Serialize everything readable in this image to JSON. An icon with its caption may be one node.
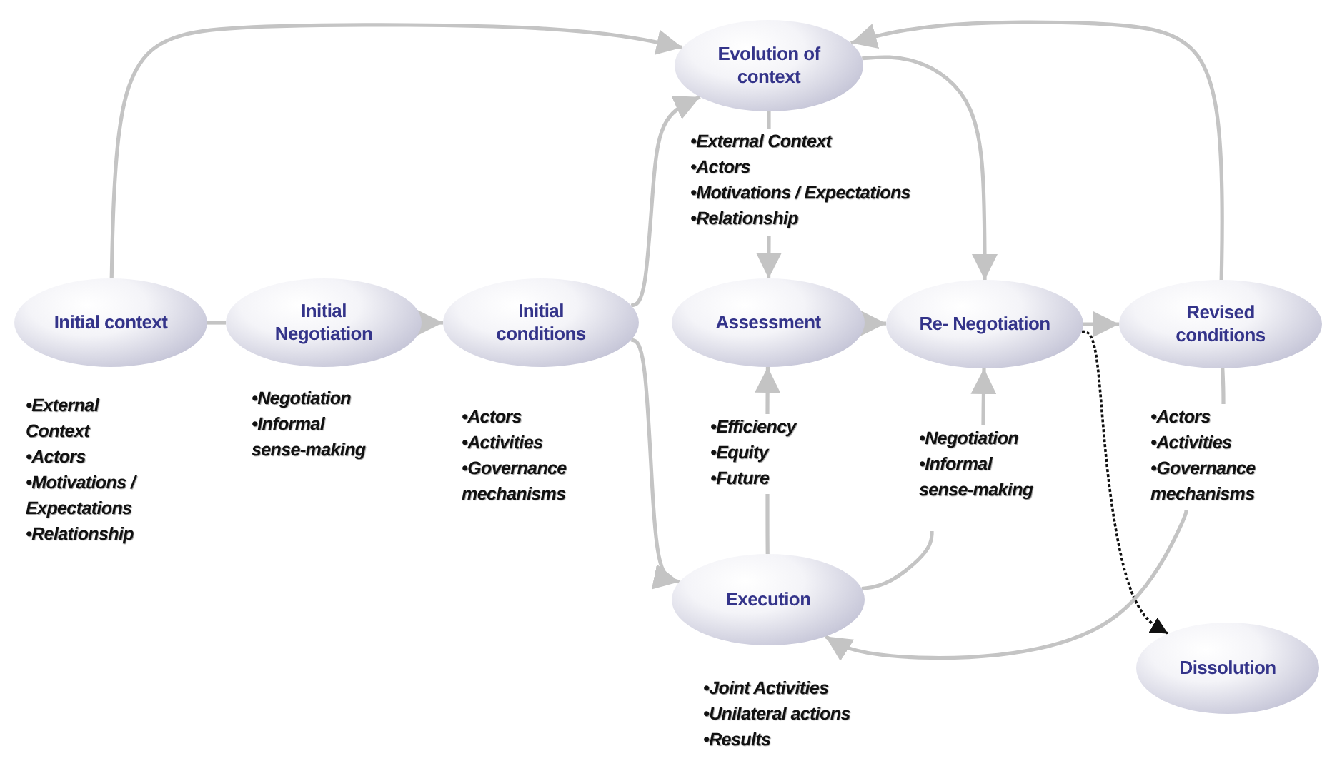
{
  "diagram": {
    "nodes": [
      {
        "text": [
          "Initial context"
        ],
        "beside": [
          "•External Context",
          "•Actors",
          "•Motivations / Expectations",
          "•Relationship"
        ]
      },
      {
        "text": [
          "Initial Negotiation"
        ],
        "beside": [
          "•Negotiation",
          "•Informal sense-making"
        ]
      },
      {
        "text": [
          "Initial conditions"
        ],
        "beside": [
          "•Actors",
          "•Activities",
          "•Governance mechanisms"
        ]
      },
      {
        "text": [
          "Evolution of context"
        ]
      },
      {
        "text": [
          "•External Context",
          "•Actors",
          "•Motivations / Expectations",
          "•Relationship"
        ]
      },
      {
        "text": [
          "Assessment"
        ]
      },
      {
        "text": [
          "Re- Negotiation"
        ]
      },
      {
        "text": [
          "Revised conditions"
        ]
      },
      {
        "text": [
          "•Actors",
          "•Activities",
          "•Governance mechanisms"
        ]
      },
      {
        "text": [
          "•Efficiency",
          "•Equity",
          "•Future"
        ]
      },
      {
        "text": [
          "•Negotiation",
          "•Informal sense-making"
        ]
      },
      {
        "text": [
          "Execution"
        ],
        "beside": [
          "•Joint Activities",
          "•Unilateral actions",
          "•Results"
        ]
      },
      {
        "text": [
          "Dissolution"
        ]
      }
    ],
    "edges": [
      {
        "from": 0,
        "to": 3,
        "arrow": "to"
      },
      {
        "from": 0,
        "to": 1,
        "arrow": "none"
      },
      {
        "from": 1,
        "to": 2,
        "arrow": "to"
      },
      {
        "from": 2,
        "to": 3,
        "arrow": "to"
      },
      {
        "from": 2,
        "to": 11,
        "arrow": "to"
      },
      {
        "from": 3,
        "to": 4,
        "arrow": "none"
      },
      {
        "from": 4,
        "to": 5,
        "arrow": "to"
      },
      {
        "from": 3,
        "to": 6,
        "arrow": "to"
      },
      {
        "from": 5,
        "to": 6,
        "arrow": "to"
      },
      {
        "from": 6,
        "to": 7,
        "arrow": "to"
      },
      {
        "from": 6,
        "to": 12,
        "arrow": "to",
        "style": "dashed",
        "color": "#111111"
      },
      {
        "from": 7,
        "to": 3,
        "arrow": "to"
      },
      {
        "from": 7,
        "to": 8,
        "arrow": "none"
      },
      {
        "from": 8,
        "to": 11,
        "arrow": "to"
      },
      {
        "from": 11,
        "to": 9,
        "arrow": "none"
      },
      {
        "from": 9,
        "to": 5,
        "arrow": "to"
      },
      {
        "from": 11,
        "to": 10,
        "arrow": "none"
      },
      {
        "from": 10,
        "to": 6,
        "arrow": "to"
      }
    ]
  }
}
